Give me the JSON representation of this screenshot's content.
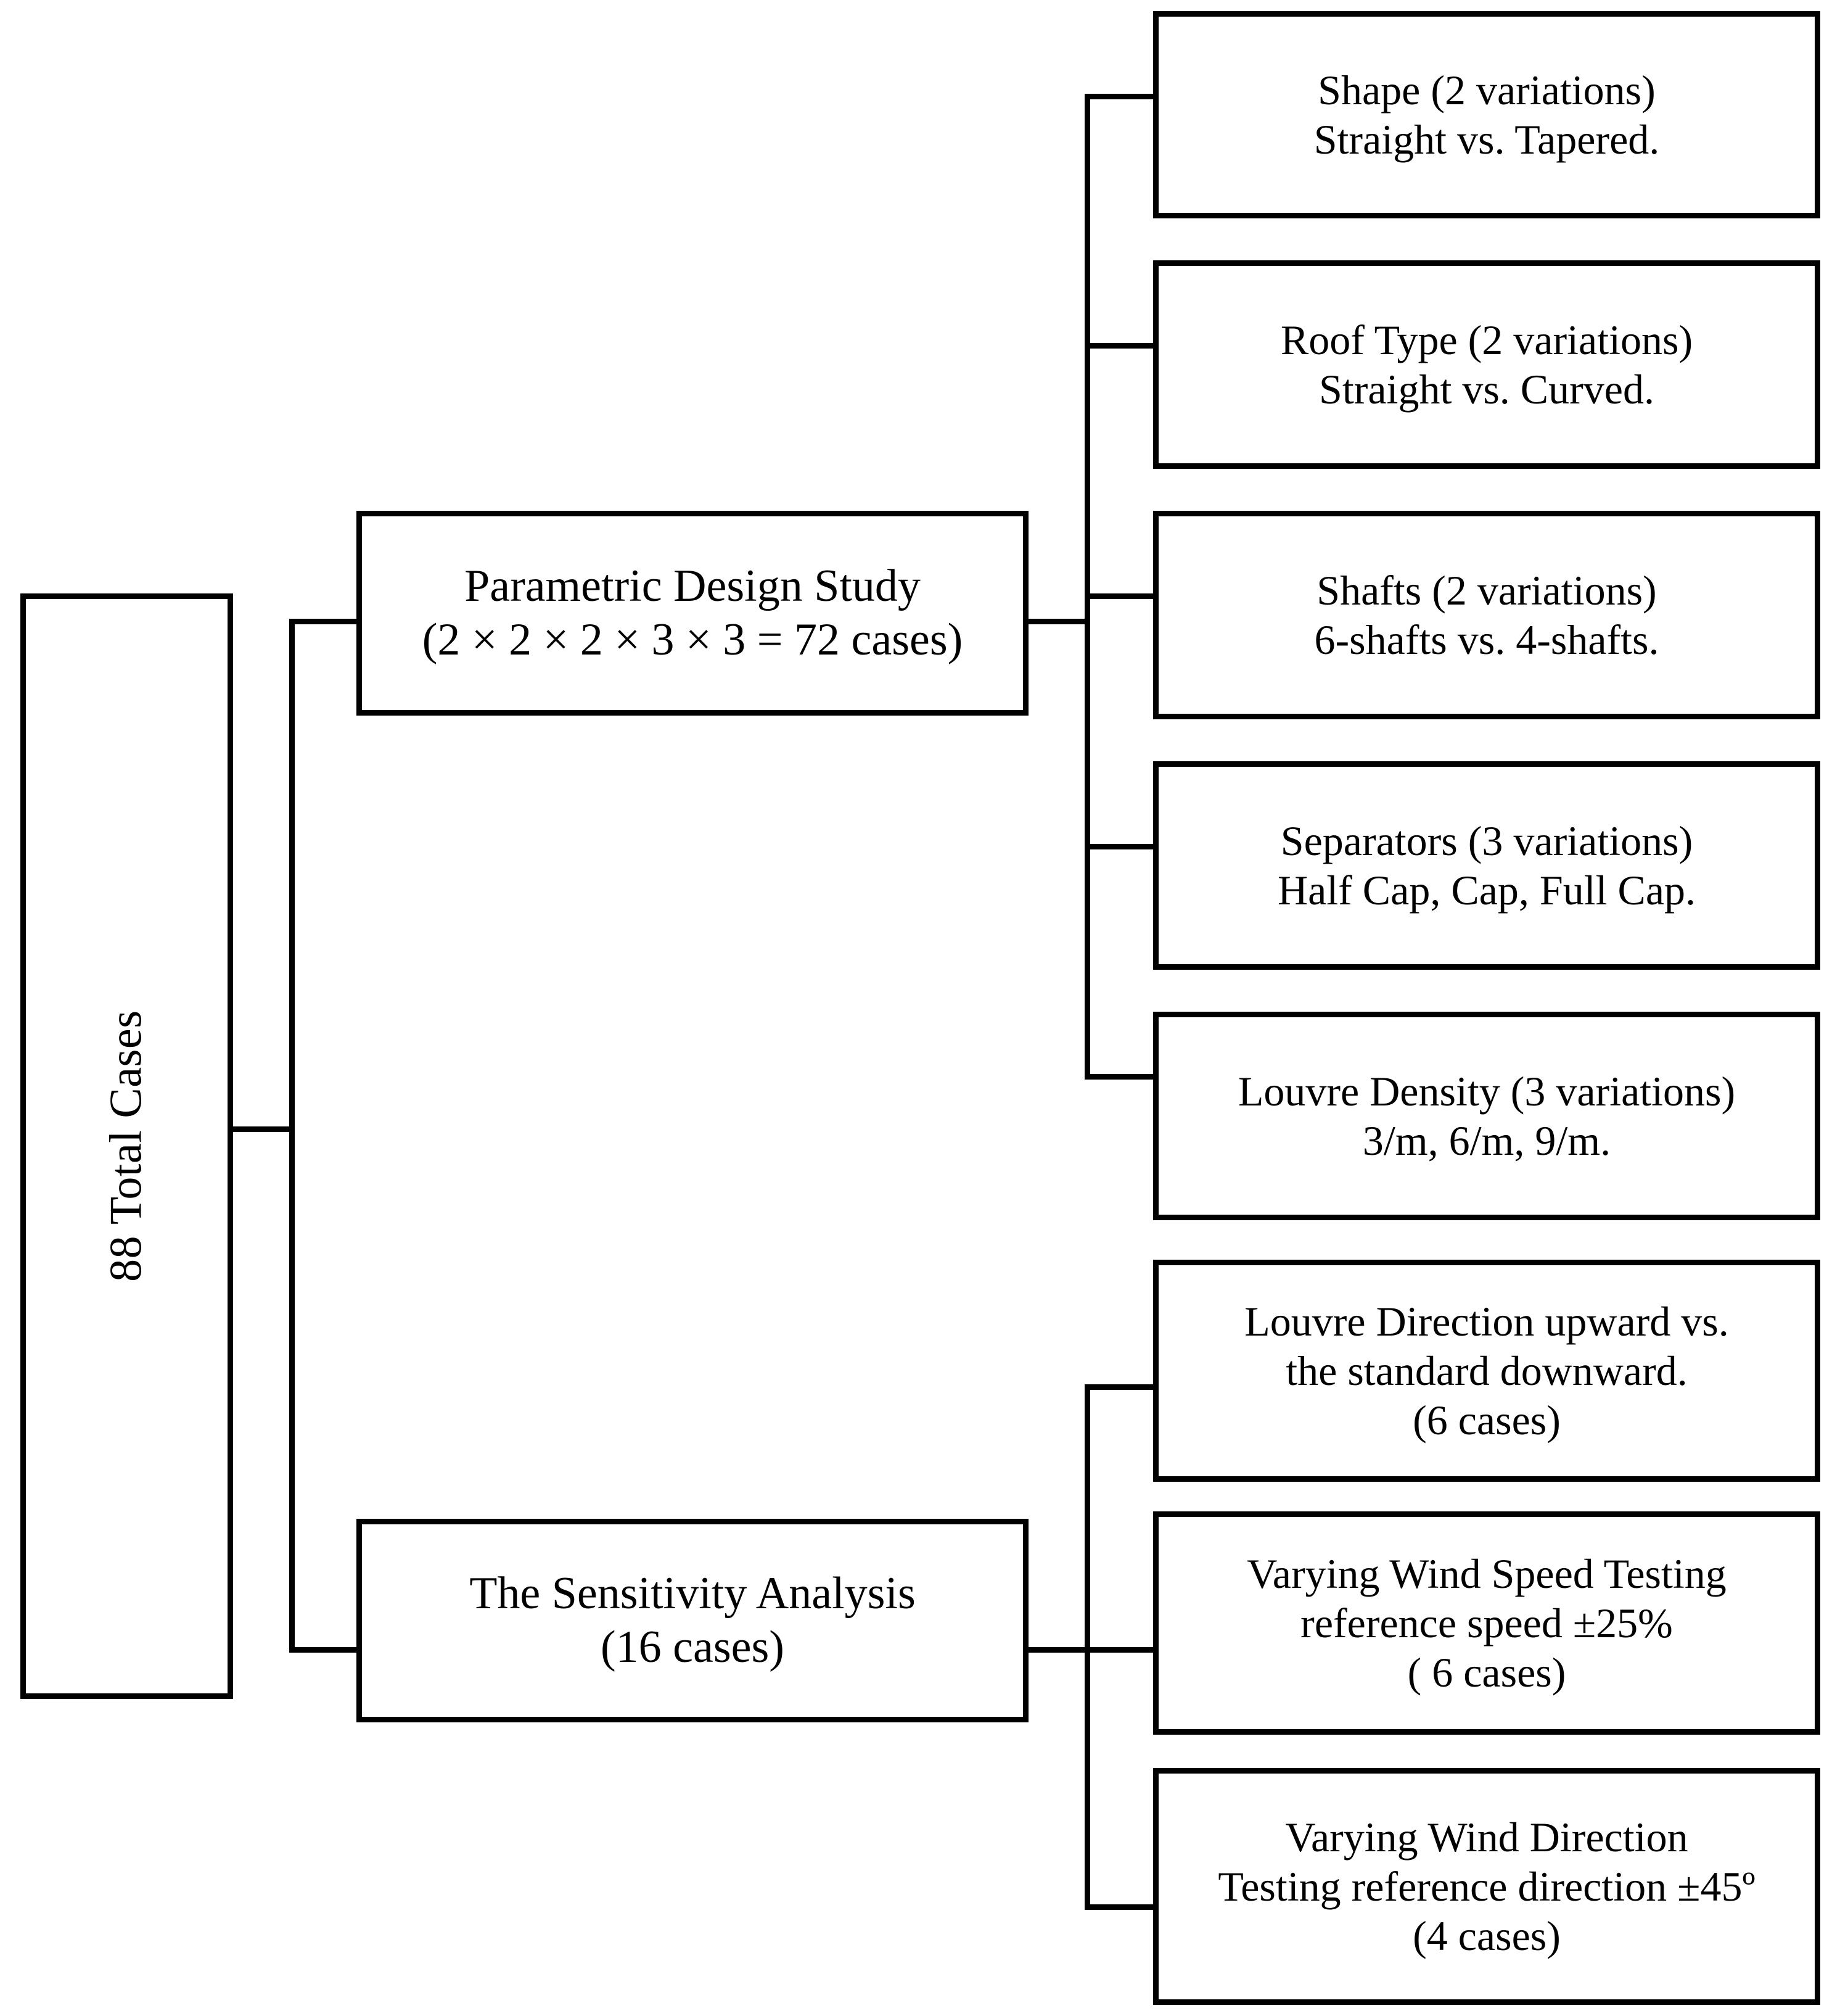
{
  "diagram": {
    "title": "88 Total Cases breakdown tree",
    "stroke_color": "#000000",
    "background_color": "#ffffff",
    "root": {
      "label": "88 Total Cases"
    },
    "branches": [
      {
        "id": "parametric",
        "label": "Parametric Design Study\n(2 × 2 × 2 × 3 × 3 = 72 cases)",
        "children": [
          {
            "id": "shape",
            "label": "Shape (2 variations)\nStraight vs. Tapered."
          },
          {
            "id": "roof",
            "label": "Roof Type (2 variations)\nStraight vs. Curved."
          },
          {
            "id": "shafts",
            "label": "Shafts (2 variations)\n6-shafts vs. 4-shafts."
          },
          {
            "id": "separators",
            "label": "Separators (3 variations)\nHalf Cap, Cap, Full Cap."
          },
          {
            "id": "louvre_density",
            "label": "Louvre Density (3 variations)\n3/m, 6/m, 9/m."
          }
        ]
      },
      {
        "id": "sensitivity",
        "label": "The Sensitivity Analysis\n(16 cases)",
        "children": [
          {
            "id": "louvre_direction",
            "label": "Louvre Direction upward vs.\nthe standard downward.\n(6 cases)"
          },
          {
            "id": "wind_speed",
            "label": "Varying Wind Speed Testing\nreference speed ±25%\n( 6 cases)"
          },
          {
            "id": "wind_direction",
            "label": "Varying Wind Direction\nTesting reference direction ±45º\n(4 cases)"
          }
        ]
      }
    ]
  }
}
